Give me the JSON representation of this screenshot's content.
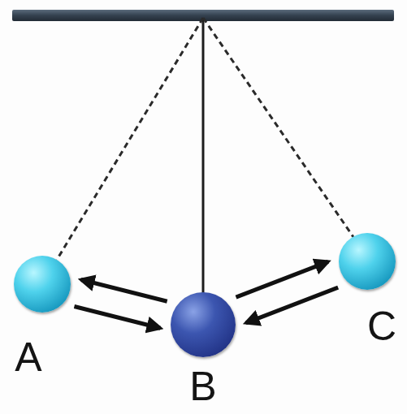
{
  "diagram": {
    "nodes": [
      {
        "text": [
          "A"
        ]
      },
      {
        "text": [
          "B"
        ]
      },
      {
        "text": [
          "C"
        ]
      }
    ],
    "edges": [
      {
        "from": 1,
        "to": 0,
        "arrow": "to"
      },
      {
        "from": 0,
        "to": 1,
        "arrow": "to"
      },
      {
        "from": 1,
        "to": 2,
        "arrow": "to"
      },
      {
        "from": 2,
        "to": 1,
        "arrow": "to"
      }
    ]
  }
}
